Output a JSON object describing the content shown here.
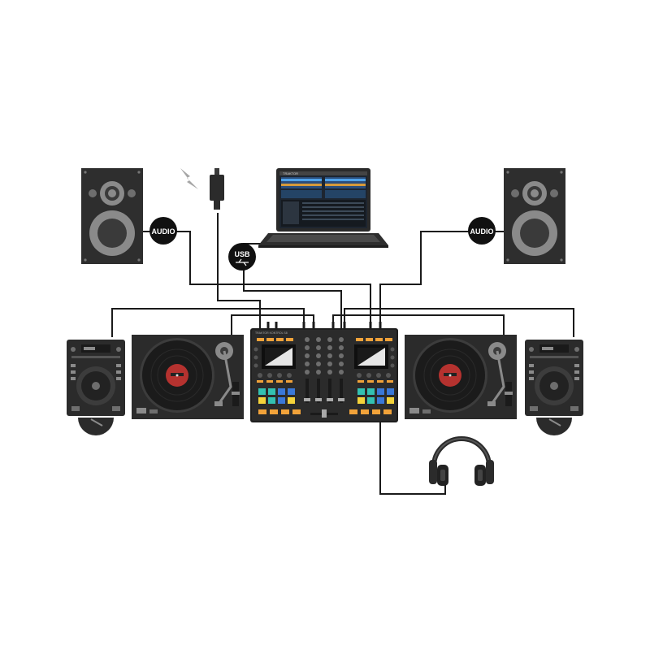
{
  "labels": {
    "audio_left": "AUDIO",
    "audio_right": "AUDIO",
    "usb": "USB"
  },
  "laptop": {
    "screen_title": "TRAKTOR"
  },
  "controller": {
    "brand": "TRAKTOR KONTROL S8"
  },
  "colors": {
    "device_dark": "#2b2b2b",
    "device_mid": "#3c3c3c",
    "detail_gray": "#8a8a8a",
    "cable": "#1a1a1a",
    "label_bg": "#111111",
    "label_text": "#ffffff",
    "accent_orange": "#f2a33a",
    "record_label_red": "#b5322f",
    "pad_teal": "#33c1b1",
    "pad_yellow": "#f5d33a",
    "pad_blue": "#3a78d8",
    "power_bolt": "#a6a6a6"
  },
  "icons": [
    "speaker-icon",
    "power-adapter-icon",
    "lightning-bolt-icon",
    "laptop-icon",
    "usb-icon",
    "cd-player-icon",
    "turntable-icon",
    "mixer-controller-icon",
    "headphones-icon"
  ]
}
